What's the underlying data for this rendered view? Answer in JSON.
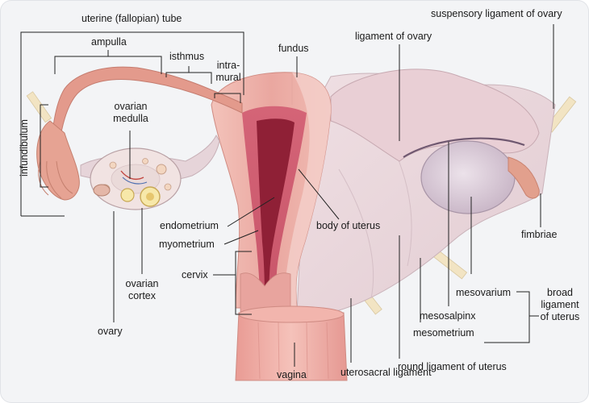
{
  "labels": {
    "uterine_tube": "uterine (fallopian) tube",
    "ampulla": "ampulla",
    "isthmus": "isthmus",
    "intramural_1": "intra-",
    "intramural_2": "mural",
    "infundibulum": "infundibulum",
    "ovarian_medulla_1": "ovarian",
    "ovarian_medulla_2": "medulla",
    "ovarian_cortex_1": "ovarian",
    "ovarian_cortex_2": "cortex",
    "ovary": "ovary",
    "fundus": "fundus",
    "endometrium": "endometrium",
    "myometrium": "myometrium",
    "cervix": "cervix",
    "vagina": "vagina",
    "body_of_uterus": "body of uterus",
    "ligament_of_ovary": "ligament of ovary",
    "suspensory_ligament": "suspensory ligament of ovary",
    "fimbriae": "fimbriae",
    "mesovarium": "mesovarium",
    "mesosalpinx": "mesosalpinx",
    "mesometrium": "mesometrium",
    "broad_ligament_1": "broad",
    "broad_ligament_2": "ligament",
    "broad_ligament_3": "of uterus",
    "round_ligament": "round ligament of uterus",
    "uterosacral_ligament": "uterosacral ligament"
  },
  "colors": {
    "background": "#f3f4f6",
    "tube": "#e39a8c",
    "myometrium": "#eeb1a8",
    "endometrium": "#c24a5c",
    "cavity": "#8f2036",
    "broad_ligament": "#e7d3d8",
    "ovary": "#dacad6",
    "ligament_sticks": "#f2e4c3",
    "leader_lines": "#222222"
  }
}
